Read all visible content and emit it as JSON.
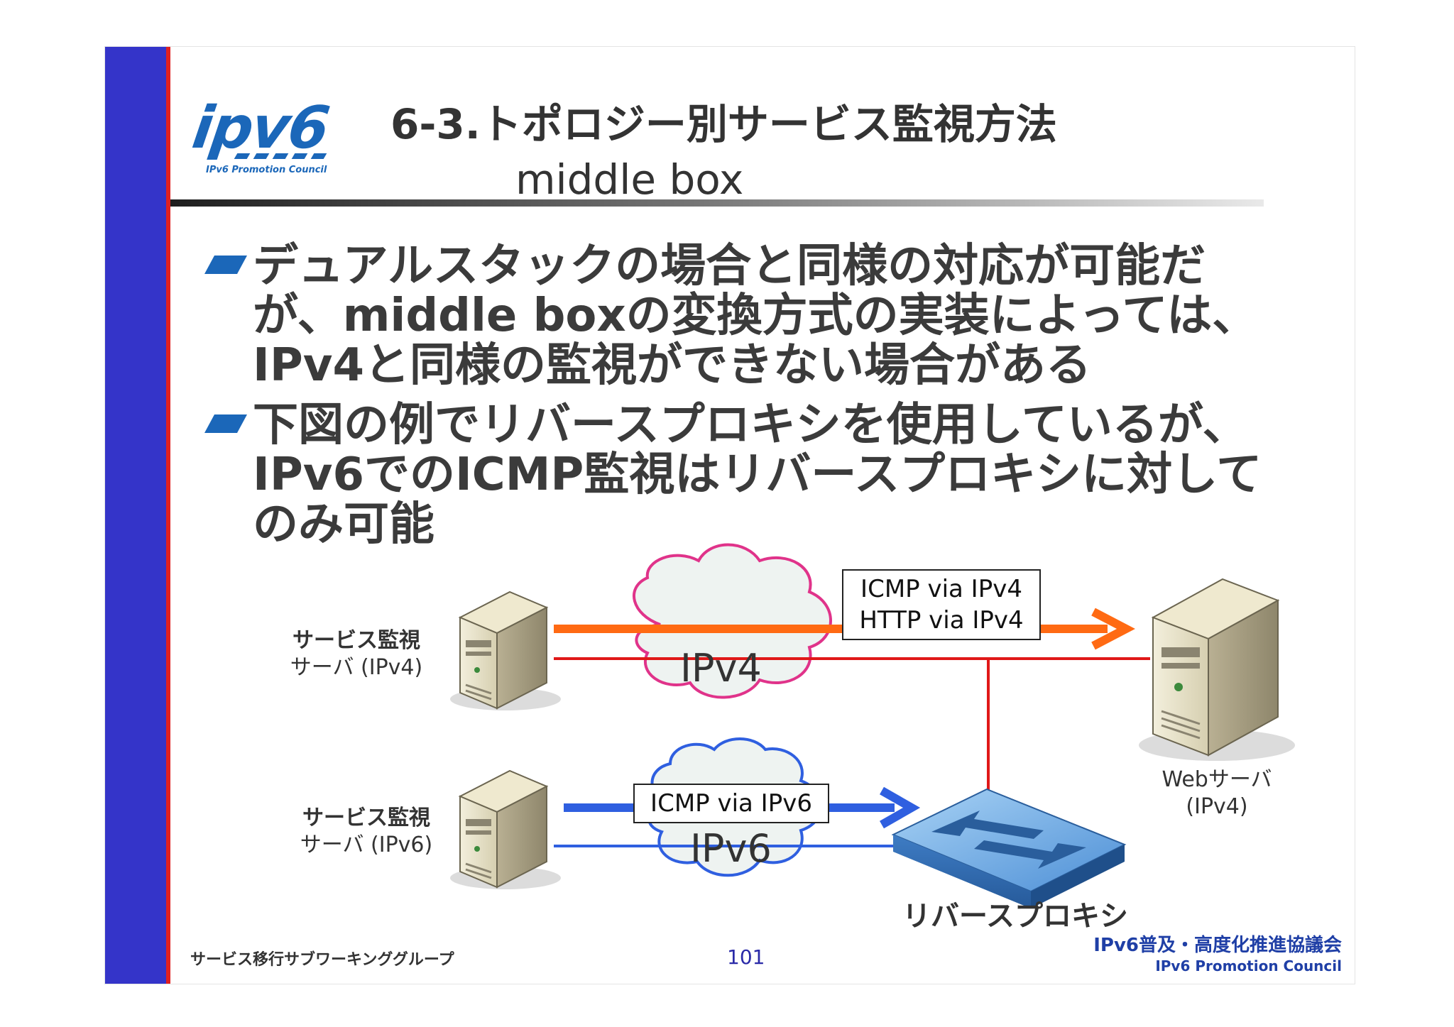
{
  "logo": {
    "text": "ipv6",
    "tagline": "IPv6 Promotion Council"
  },
  "header": {
    "title": "6-3.トポロジー別サービス監視方法",
    "subtitle": "middle box"
  },
  "bullets": [
    {
      "lines": [
        "デュアルスタックの場合と同様の対応が可能だ",
        "が、middle boxの変換方式の実装によっては、",
        "IPv4と同様の監視ができない場合がある"
      ]
    },
    {
      "lines": [
        "下図の例でリバースプロキシを使用しているが、",
        "IPv6でのICMP監視はリバースプロキシに対して",
        "のみ可能"
      ]
    }
  ],
  "diagram": {
    "monitor_v4": {
      "line1": "サービス監視",
      "line2": "サーバ (IPv4)"
    },
    "monitor_v6": {
      "line1": "サービス監視",
      "line2": "サーバ (IPv6)"
    },
    "web_server": {
      "line1": "Webサーバ",
      "line2": "(IPv4)"
    },
    "reverse_proxy": "リバースプロキシ",
    "cloud_v4": "IPv4",
    "cloud_v6": "IPv6",
    "label_v4": {
      "line1": "ICMP via IPv4",
      "line2": "HTTP via IPv4"
    },
    "label_v6": "ICMP via IPv6",
    "colors": {
      "orange": "#ff6a13",
      "red": "#e01818",
      "blue": "#2f5fe0",
      "pink_cloud": "#e0338a",
      "blue_cloud": "#2f5fe0"
    }
  },
  "footer": {
    "group": "サービス移行サブワーキンググループ",
    "page": "101",
    "org_jp": "IPv6普及・高度化推進協議会",
    "org_en": "IPv6 Promotion Council"
  }
}
